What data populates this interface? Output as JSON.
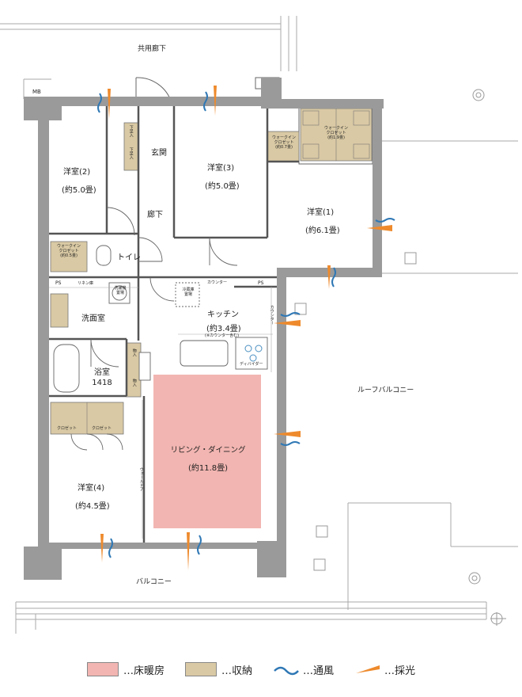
{
  "colors": {
    "floor_heating": "#f2b5b1",
    "storage": "#d9c9a4",
    "wall": "#9a9a9a",
    "breeze": "#2f78b5",
    "light": "#ee8a2c"
  },
  "labels": {
    "corridor": "共用廊下",
    "mb": "MB",
    "entrance": "玄関",
    "hall": "廊下",
    "toilet": "トイレ",
    "room2": "洋室(2)",
    "room2_size": "(約5.0畳)",
    "room3": "洋室(3)",
    "room3_size": "(約5.0畳)",
    "room1": "洋室(1)",
    "room1_size": "(約6.1畳)",
    "room4": "洋室(4)",
    "room4_size": "(約4.5畳)",
    "wic_small": "ウォークイン\nクロゼット\n(約0.7畳)",
    "wic_large": "ウォークイン\nクロゼット\n(約1.9畳)",
    "wic_toilet": "ウォークイン\nクロゼット\n(約0.5畳)",
    "geta1": "下足入",
    "geta2": "下足入",
    "ps1": "PS",
    "ps2": "PS",
    "linen": "リネン庫",
    "washer": "洗濯機\n置場",
    "fridge": "冷蔵庫\n置場",
    "counter": "カウンター",
    "counter_side": "カウンター",
    "washroom": "洗面室",
    "kitchen": "キッチン",
    "kitchen_size": "(約3.4畳)",
    "kitchen_note": "(※カウンター含む)",
    "divider": "ディバイダー",
    "bath": "浴室\n1418",
    "storage1": "物入",
    "storage2": "物入",
    "closet1": "クロゼット",
    "closet2": "クロゼット",
    "wardrobe": "ウォールドア",
    "living": "リビング・ダイニング",
    "living_size": "(約11.8畳)",
    "roof_balcony": "ルーフバルコニー",
    "balcony": "バルコニー"
  },
  "legend": [
    {
      "label": "…床暖房",
      "icon": "floor-heating-swatch"
    },
    {
      "label": "…収納",
      "icon": "storage-swatch"
    },
    {
      "label": "…通風",
      "icon": "breeze-wave-icon"
    },
    {
      "label": "…採光",
      "icon": "light-ray-icon"
    }
  ]
}
